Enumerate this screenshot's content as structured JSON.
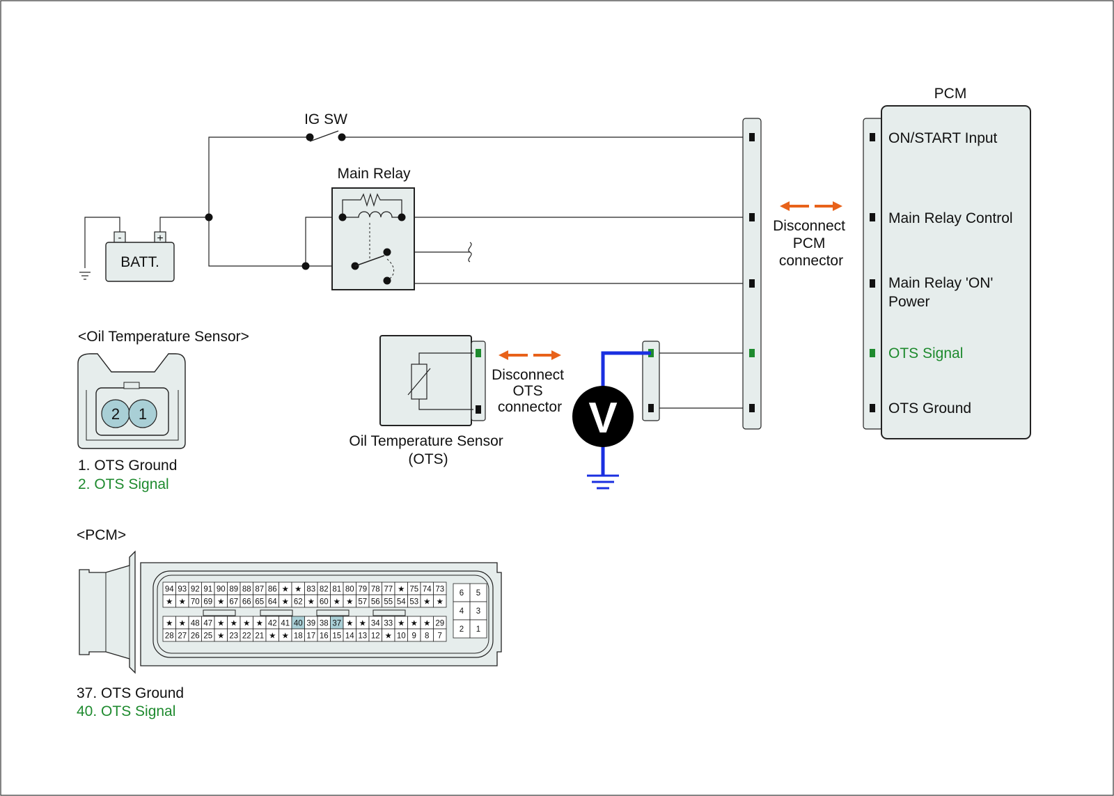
{
  "labels": {
    "ig_sw": "IG SW",
    "main_relay": "Main Relay",
    "batt": "BATT.",
    "batt_minus": "-",
    "batt_plus": "+",
    "pcm_title": "PCM",
    "disconnect_pcm": [
      "Disconnect",
      "PCM",
      "connector"
    ],
    "disconnect_ots": [
      "Disconnect",
      "OTS",
      "connector"
    ],
    "ots_name": [
      "Oil Temperature Sensor",
      "(OTS)"
    ],
    "voltmeter": "V"
  },
  "pcm_pins": [
    {
      "label": "ON/START Input",
      "highlight": false
    },
    {
      "label": "Main Relay Control",
      "highlight": false
    },
    {
      "label": "Main Relay 'ON'",
      "label2": "Power",
      "highlight": false
    },
    {
      "label": "OTS Signal",
      "highlight": true
    },
    {
      "label": "OTS Ground",
      "highlight": false
    }
  ],
  "ots_connector": {
    "title": "<Oil Temperature Sensor>",
    "pins": [
      "2",
      "1"
    ],
    "legend": [
      {
        "text": "1. OTS Ground",
        "color": "#111111"
      },
      {
        "text": "2. OTS Signal",
        "color": "#1e8a2e"
      }
    ]
  },
  "pcm_connector": {
    "title": "<PCM>",
    "rows": [
      [
        "94",
        "93",
        "92",
        "91",
        "90",
        "89",
        "88",
        "87",
        "86",
        "★",
        "★",
        "83",
        "82",
        "81",
        "80",
        "79",
        "78",
        "77",
        "★",
        "75",
        "74",
        "73"
      ],
      [
        "★",
        "★",
        "70",
        "69",
        "★",
        "67",
        "66",
        "65",
        "64",
        "★",
        "62",
        "★",
        "60",
        "★",
        "★",
        "57",
        "56",
        "55",
        "54",
        "53",
        "★",
        "★"
      ],
      [
        "★",
        "★",
        "48",
        "47",
        "★",
        "★",
        "★",
        "★",
        "42",
        "41",
        "40",
        "39",
        "38",
        "37",
        "★",
        "★",
        "34",
        "33",
        "★",
        "★",
        "★",
        "29"
      ],
      [
        "28",
        "27",
        "26",
        "25",
        "★",
        "23",
        "22",
        "21",
        "★",
        "★",
        "18",
        "17",
        "16",
        "15",
        "14",
        "13",
        "12",
        "★",
        "10",
        "9",
        "8",
        "7"
      ]
    ],
    "small_block": [
      [
        "6",
        "5"
      ],
      [
        "4",
        "3"
      ],
      [
        "2",
        "1"
      ]
    ],
    "highlight_pins": [
      "37",
      "40"
    ],
    "legend": [
      {
        "text": "37. OTS Ground",
        "color": "#111111"
      },
      {
        "text": "40. OTS Signal",
        "color": "#1e8a2e"
      }
    ]
  },
  "colors": {
    "panel_fill": "#e6edec",
    "signal_green": "#1e8a2e",
    "meter_lead_blue": "#1a2fe0",
    "arrow_orange": "#e8621a",
    "pin_highlight": "#a9cfd6"
  }
}
